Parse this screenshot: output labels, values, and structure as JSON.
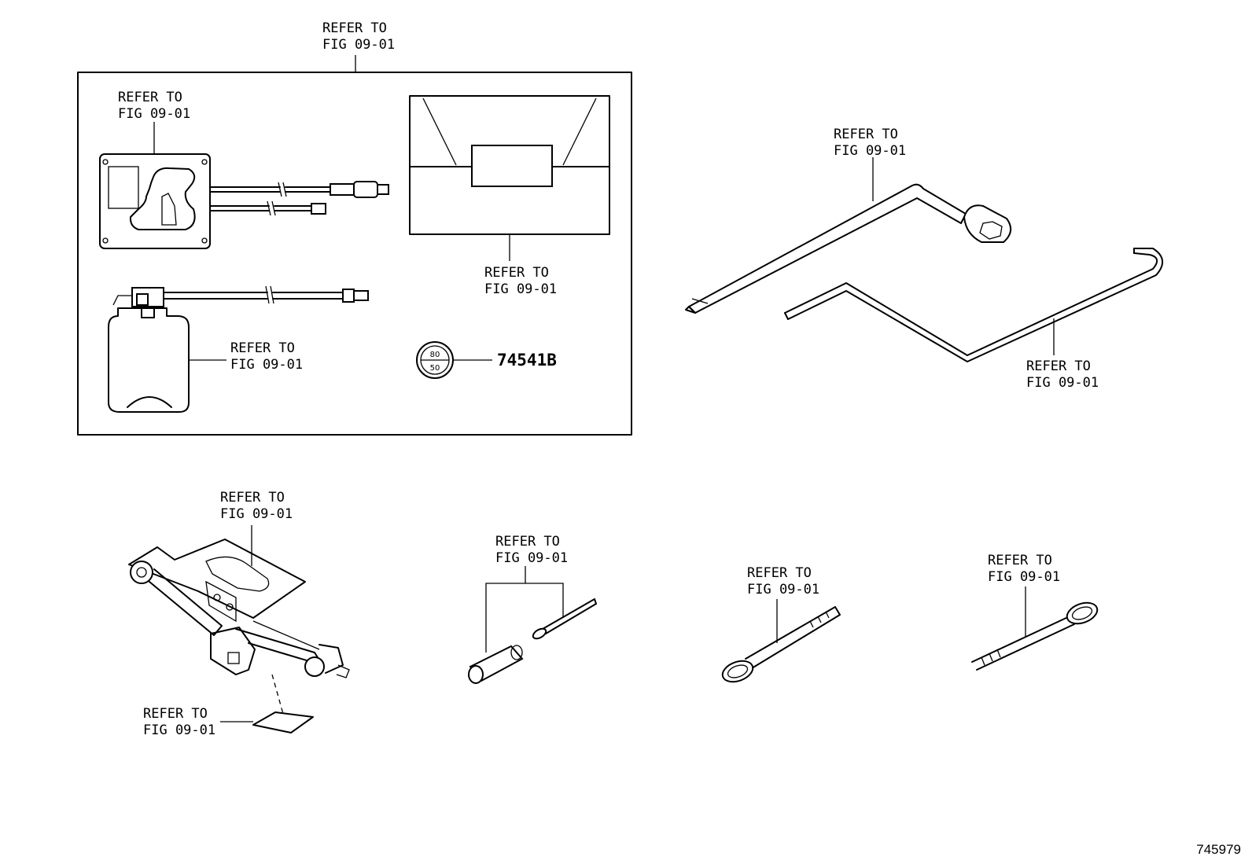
{
  "callouts": [
    {
      "id": "kit-box",
      "line1": "REFER TO",
      "line2": "FIG 09-01"
    },
    {
      "id": "compressor",
      "line1": "REFER TO",
      "line2": "FIG 09-01"
    },
    {
      "id": "bag",
      "line1": "REFER TO",
      "line2": "FIG 09-01"
    },
    {
      "id": "sealant-bottle",
      "line1": "REFER TO",
      "line2": "FIG 09-01"
    },
    {
      "id": "lug-wrench",
      "line1": "REFER TO",
      "line2": "FIG 09-01"
    },
    {
      "id": "jack-handle-rod",
      "line1": "REFER TO",
      "line2": "FIG 09-01"
    },
    {
      "id": "jack",
      "line1": "REFER TO",
      "line2": "FIG 09-01"
    },
    {
      "id": "jack-pad",
      "line1": "REFER TO",
      "line2": "FIG 09-01"
    },
    {
      "id": "valve-tool-set",
      "line1": "REFER TO",
      "line2": "FIG 09-01"
    },
    {
      "id": "extension-bar-1",
      "line1": "REFER TO",
      "line2": "FIG 09-01"
    },
    {
      "id": "extension-bar-2",
      "line1": "REFER TO",
      "line2": "FIG 09-01"
    }
  ],
  "part_label": {
    "number": "74541B",
    "sticker_top": "80",
    "sticker_bottom": "50"
  },
  "figure_id": "745979"
}
